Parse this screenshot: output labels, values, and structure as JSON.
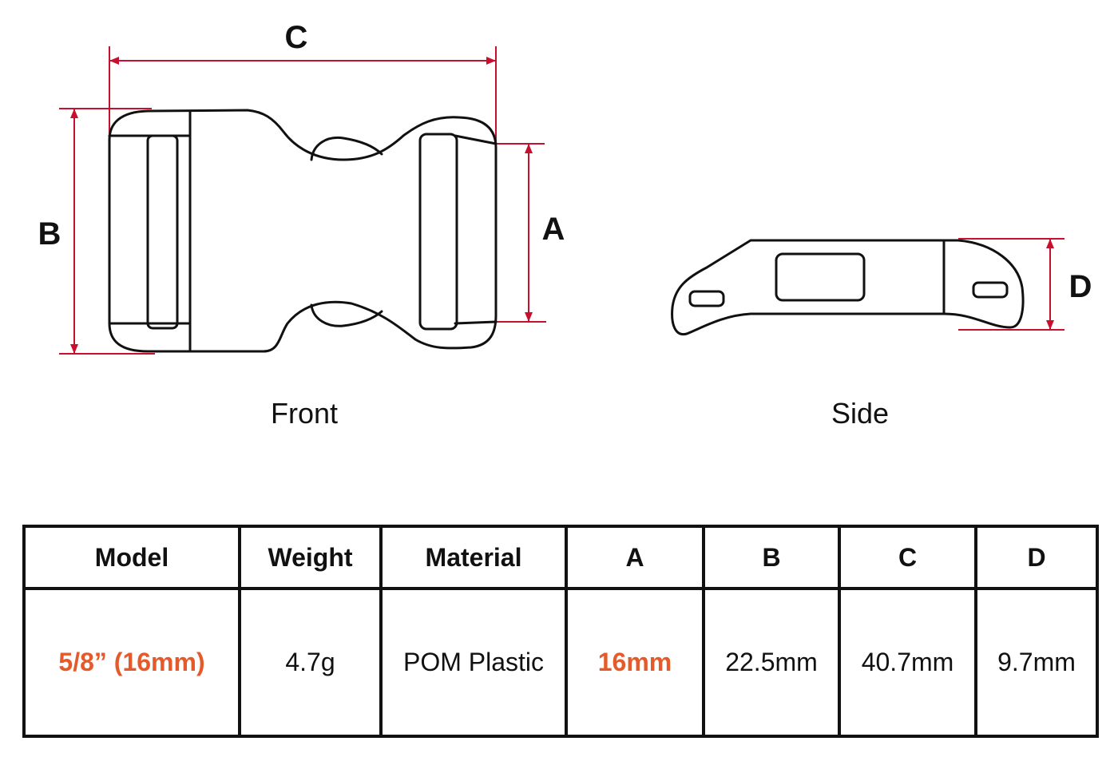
{
  "colors": {
    "dimension_line": "#c8102e",
    "outline": "#111111",
    "highlight": "#e55a2b"
  },
  "diagram": {
    "front": {
      "caption": "Front",
      "labels": {
        "a": "A",
        "b": "B",
        "c": "C"
      }
    },
    "side": {
      "caption": "Side",
      "labels": {
        "d": "D"
      }
    }
  },
  "table": {
    "headers": [
      "Model",
      "Weight",
      "Material",
      "A",
      "B",
      "C",
      "D"
    ],
    "row": [
      "5/8” (16mm)",
      "4.7g",
      "POM Plastic",
      "16mm",
      "22.5mm",
      "40.7mm",
      "9.7mm"
    ],
    "highlighted_columns": [
      "Model",
      "A"
    ]
  }
}
